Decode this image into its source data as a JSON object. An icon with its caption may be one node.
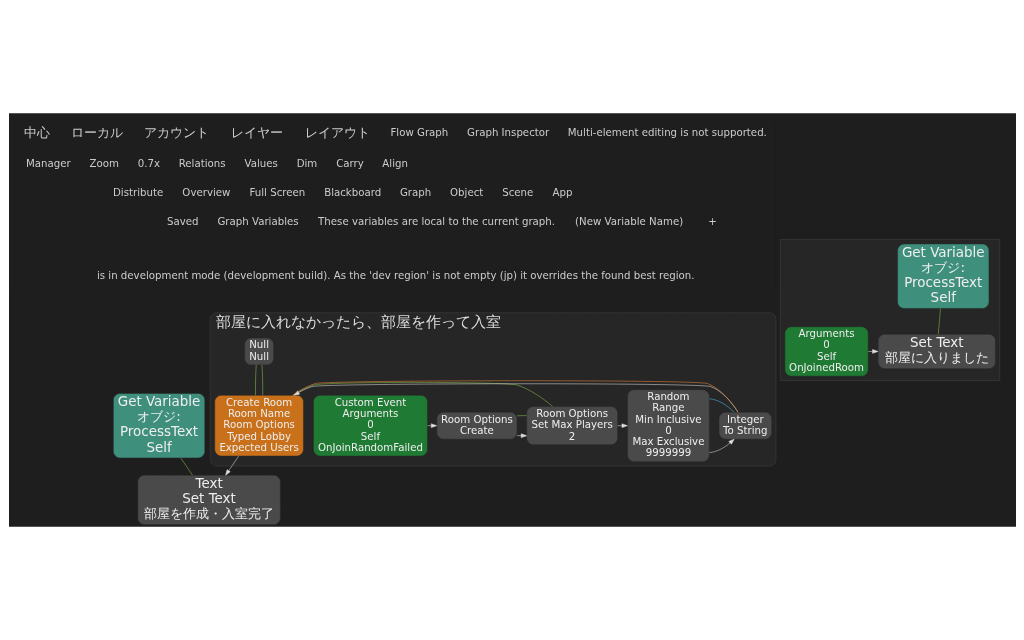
{
  "diagram": {
    "nodes": [
      {
        "text": [],
        "shape": "box"
      },
      {
        "text": [
          "Arguments",
          "0",
          "Self",
          "OnJoinedRoom"
        ],
        "in": 0
      },
      {
        "text": [
          "Set Text",
          "部屋に入りました"
        ],
        "in": 0
      },
      {
        "text": [
          "Get Variable",
          "オブジ:",
          "ProcessText",
          "Self"
        ],
        "in": 0
      },
      {
        "text": [
          "部屋に入れなかったら、部屋を作って入室"
        ]
      },
      {
        "text": [
          "Custom Event",
          "Arguments",
          "0",
          "Self",
          "OnJoinRandomFailed"
        ],
        "in": 4
      },
      {
        "text": [
          "Room Options",
          "Create"
        ],
        "in": 4
      },
      {
        "text": [
          "Room Options",
          "Set Max Players",
          "2"
        ],
        "in": 4
      },
      {
        "text": [
          "Random",
          "Range",
          "Min Inclusive",
          "0",
          "Max Exclusive",
          "9999999"
        ],
        "in": 4
      },
      {
        "text": [
          "Integer",
          "To String"
        ],
        "in": 4
      },
      {
        "text": [
          "Create Room",
          "Room Name",
          "Room Options",
          "Typed Lobby",
          "Expected Users"
        ],
        "in": 4
      },
      {
        "text": [
          "Null",
          "Null"
        ],
        "in": 4
      },
      {
        "text": [
          "Text",
          "Set Text",
          "部屋を作成・入室完了"
        ]
      },
      {
        "text": [
          "Get Variable",
          "オブジ:",
          "ProcessText",
          "Self"
        ]
      }
    ],
    "edges": [
      {
        "from": 1,
        "to": 2,
        "arrow": "to"
      },
      {
        "from": 3,
        "to": 2,
        "arrow": "none",
        "color": "#8bc34a"
      },
      {
        "from": 5,
        "to": 6,
        "arrow": "to"
      },
      {
        "from": 6,
        "to": 7,
        "arrow": "to"
      },
      {
        "from": 6,
        "to": 7,
        "arrow": "none",
        "color": "#8bc34a"
      },
      {
        "from": 7,
        "to": 8,
        "arrow": "to"
      },
      {
        "from": 7,
        "to": 10,
        "arrow": "none",
        "color": "#8bc34a"
      },
      {
        "from": 8,
        "to": 9,
        "arrow": "to"
      },
      {
        "from": 8,
        "to": 9,
        "arrow": "none",
        "color": "#4fc3f7"
      },
      {
        "from": 9,
        "to": 10,
        "arrow": "to"
      },
      {
        "from": 9,
        "to": 10,
        "arrow": "none",
        "color": "#f0883e"
      },
      {
        "from": 11,
        "to": 10,
        "arrow": "none",
        "color": "#8bc34a"
      },
      {
        "from": 11,
        "to": 10,
        "arrow": "none",
        "color": "#8bc34a"
      },
      {
        "from": 10,
        "to": 12,
        "arrow": "to"
      },
      {
        "from": 13,
        "to": 12,
        "arrow": "none",
        "color": "#8bc34a"
      }
    ],
    "labels": [
      "中心",
      "ローカル",
      "アカウント",
      "レイヤー",
      "レイアウト",
      "Flow Graph",
      "Graph Inspector",
      "Multi-element editing is not supported.",
      "Manager",
      "Zoom",
      "0.7x",
      "Relations",
      "Values",
      "Dim",
      "Carry",
      "Align",
      "Distribute",
      "Overview",
      "Full Screen",
      "Blackboard",
      "Graph",
      "Object",
      "Scene",
      "App",
      "Saved",
      "Graph Variables",
      "These variables are local to the current graph.",
      "(New Variable Name)",
      "+",
      "is in development mode (development build). As the 'dev region' is not empty (jp) it overrides the found best region."
    ]
  }
}
